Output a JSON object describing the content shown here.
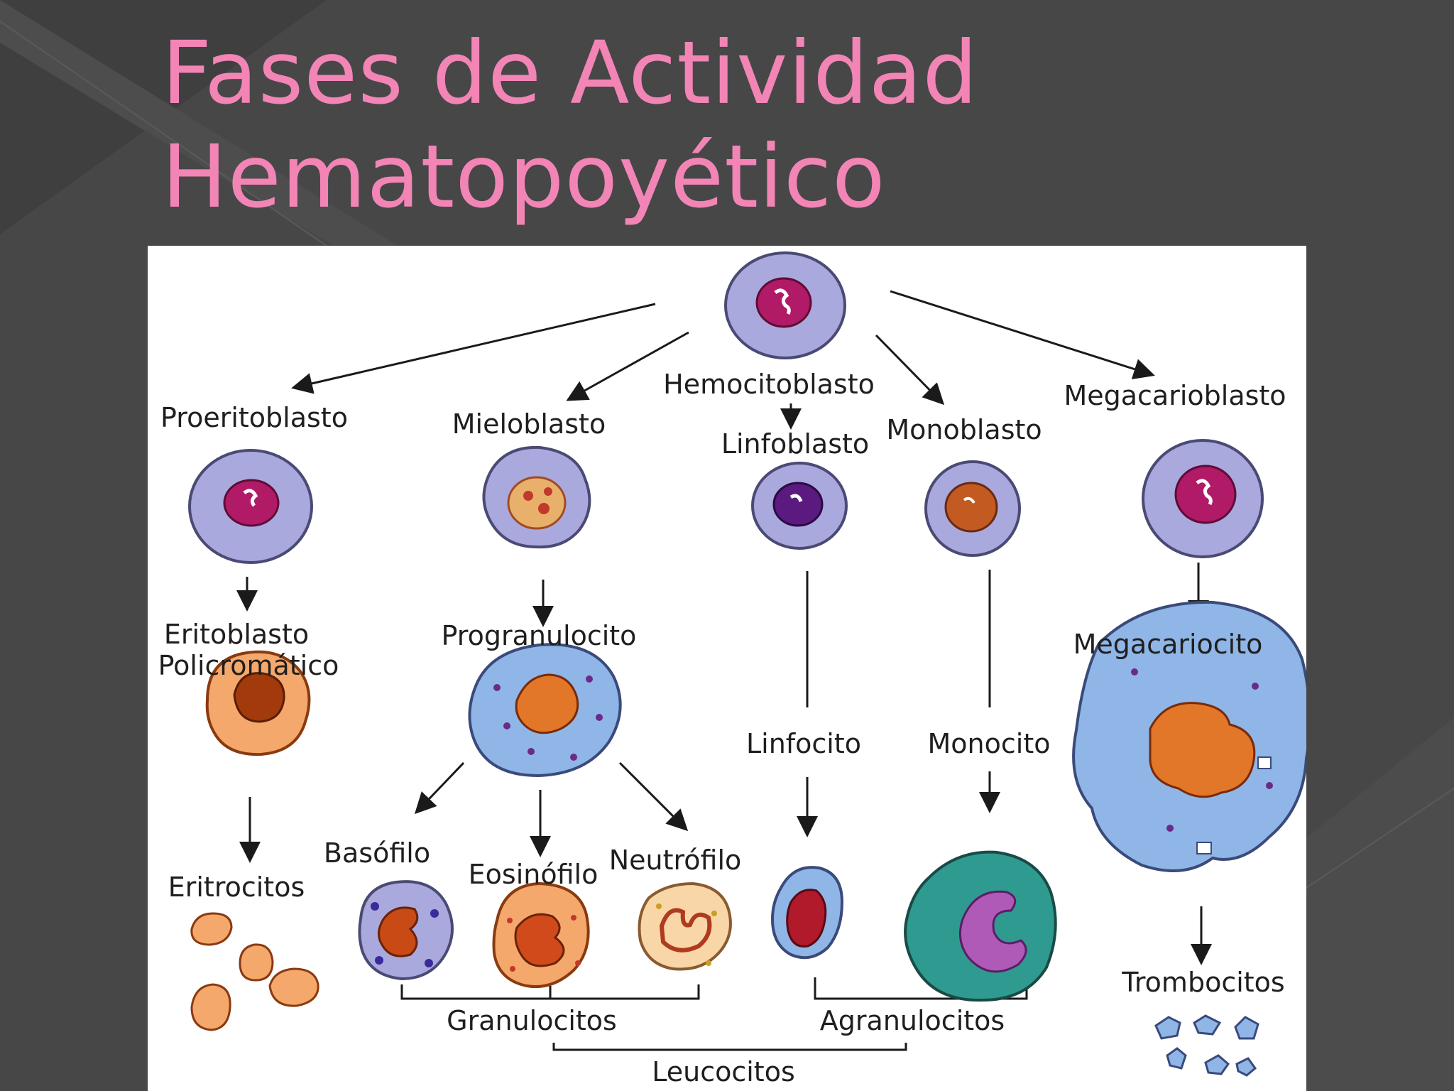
{
  "slide": {
    "title_line1": "Fases de Actividad",
    "title_line2": "Hematopoyético"
  },
  "diagram": {
    "root": "Hemocitoblasto",
    "lineages": {
      "erythroid": [
        "Proeritoblasto",
        "Eritoblasto",
        "Policromático",
        "Eritrocitos"
      ],
      "myeloid": [
        "Mieloblasto",
        "Progranulocito",
        "Basófilo",
        "Eosinófilo",
        "Neutrófilo"
      ],
      "lymphoid": [
        "Linfoblasto",
        "Linfocito"
      ],
      "monocytic": [
        "Monoblasto",
        "Monocito"
      ],
      "megakaryocytic": [
        "Megacarioblasto",
        "Megacariocito",
        "Trombocitos"
      ]
    },
    "groups": {
      "granulocytes": "Granulocitos",
      "agranulocytes": "Agranulocitos",
      "leukocytes": "Leucocitos"
    }
  }
}
